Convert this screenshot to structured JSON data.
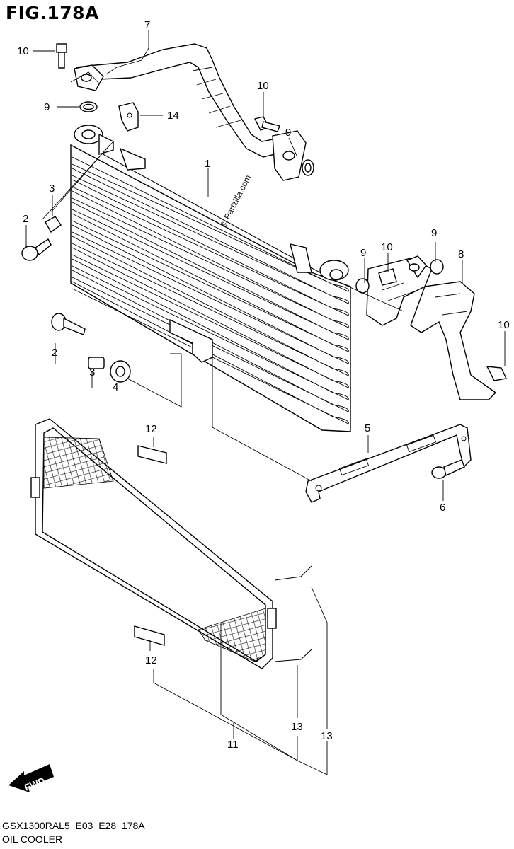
{
  "title": "FIG.178A",
  "footer": {
    "code": "GSX1300RAL5_E03_E28_178A",
    "name": "OIL COOLER"
  },
  "watermark": "© Partzilla.com",
  "fwd_label": "FWD",
  "callouts": {
    "c1": "1",
    "c2a": "2",
    "c2b": "2",
    "c3a": "3",
    "c3b": "3",
    "c4": "4",
    "c5": "5",
    "c6": "6",
    "c7": "7",
    "c8": "8",
    "c9a": "9",
    "c9b": "9",
    "c9c": "9",
    "c9d": "9",
    "c10a": "10",
    "c10b": "10",
    "c10c": "10",
    "c10d": "10",
    "c11": "11",
    "c12a": "12",
    "c12b": "12",
    "c13a": "13",
    "c13b": "13",
    "c14": "14"
  }
}
